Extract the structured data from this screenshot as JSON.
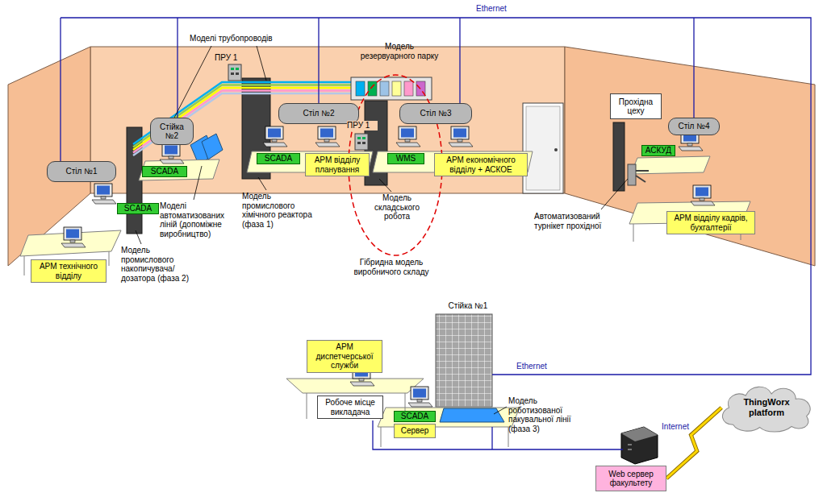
{
  "diagram": {
    "nodes": [
      {
        "text": [
          "Стіл №2"
        ]
      },
      {
        "text": [
          "Стіл №3"
        ]
      },
      {
        "text": [
          "Прохідна цеху"
        ]
      },
      {
        "text": [
          "Стіл №4"
        ]
      },
      {
        "text": [
          "Стійка №2"
        ]
      },
      {
        "text": [
          "Стіл №1"
        ]
      },
      {
        "text": [
          "SCADA"
        ]
      },
      {
        "text": [
          "SCADA"
        ]
      },
      {
        "text": [
          "АРМ відділу планування"
        ]
      },
      {
        "text": [
          "WMS"
        ]
      },
      {
        "text": [
          "АРМ економічного відділу + АСКОЕ"
        ]
      },
      {
        "text": [
          "АСКУД"
        ]
      },
      {
        "text": [
          "SCADA"
        ]
      },
      {
        "text": [
          "АРМ технічного відділу"
        ]
      },
      {
        "text": [
          "АРМ відділу кадрів, бухгалтерії"
        ]
      },
      {
        "text": [
          "АРМ диспетчерської служби"
        ]
      },
      {
        "text": [
          "Робоче місце викладача"
        ]
      },
      {
        "text": [
          "SCADA"
        ]
      },
      {
        "text": [
          "Сервер"
        ]
      },
      {
        "text": [
          "Web сервер факультету"
        ]
      },
      {
        "text": [
          "ThingWorx platform"
        ]
      }
    ],
    "edges": [
      {
        "from": 19,
        "to": 20,
        "label": "Internet",
        "arrow": "none"
      }
    ],
    "labels": [
      "Ethernet",
      "Моделі трубопроводів",
      "Модель резервуарного парку",
      "ПРУ 1",
      "ПРУ 1",
      "Моделі автоматизованих ліній (допоміжне виробництво)",
      "Модель промислового накопичувача/ дозатора (фаза 2)",
      "Модель промислового хімічного реактора (фаза 1)",
      "Модель складського робота",
      "Гібридна модель виробничого складу",
      "Автоматизований турнікет прохідної",
      "Стійка №1",
      "Модель роботизованої пакувальної лінії (фаза 3)",
      "Ethernet"
    ]
  }
}
